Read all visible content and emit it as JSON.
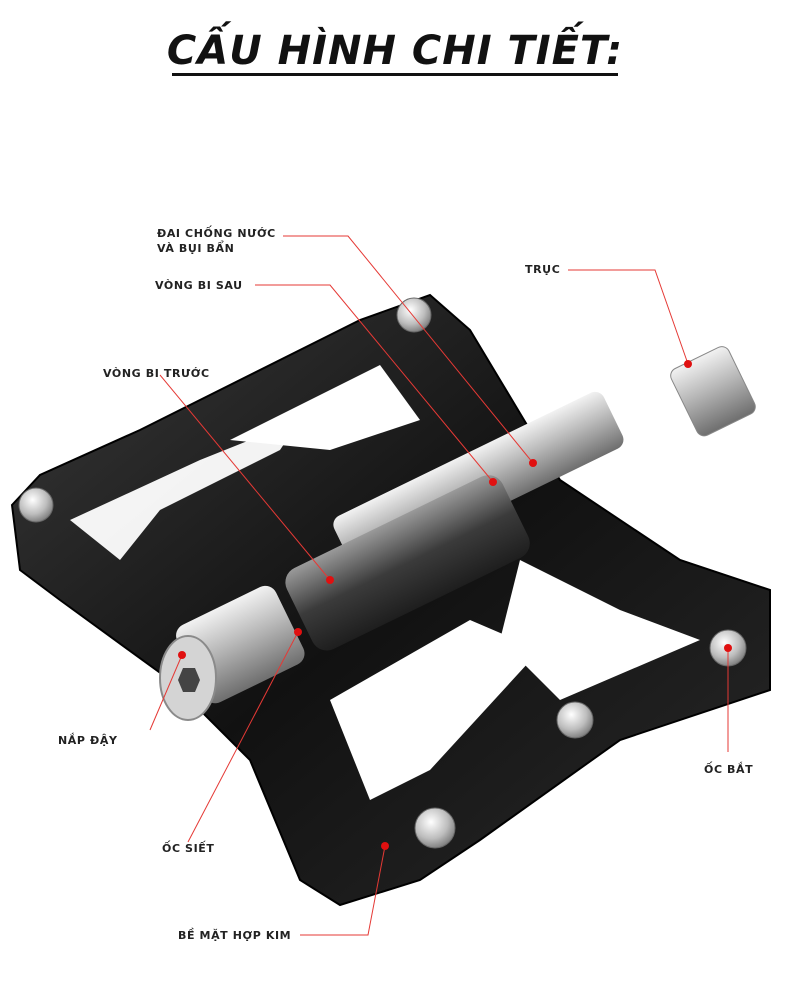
{
  "title": "CẤU HÌNH CHI TIẾT:",
  "labels": {
    "dai_chong_nuoc_line1": "ĐAI CHỐNG NƯỚC",
    "dai_chong_nuoc_line2": "VÀ BỤI BẨN",
    "vong_bi_sau": "VÒNG BI SAU",
    "truc": "TRỤC",
    "vong_bi_truoc": "VÒNG BI TRƯỚC",
    "nap_day": "NẮP ĐẬY",
    "oc_bat": "ỐC BẮT",
    "oc_siet": "ỐC SIẾT",
    "be_mat_hop_kim": "BỀ MẶT HỢP KIM"
  },
  "colors": {
    "callout": "#e53935",
    "dot": "#e01010",
    "pedal_body": "#1a1a1a",
    "axle": "#bfbfbf"
  }
}
